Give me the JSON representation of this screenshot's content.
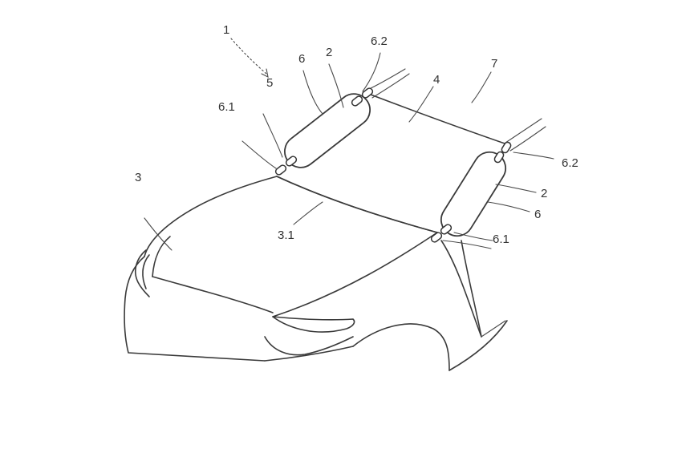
{
  "labels": {
    "ref_1": "1",
    "ref_5": "5",
    "ref_6_left": "6",
    "ref_2_left": "2",
    "ref_6_2_left": "6.2",
    "ref_4": "4",
    "ref_7": "7",
    "ref_6_1_left": "6.1",
    "ref_3": "3",
    "ref_3_1": "3.1",
    "ref_6_2_right": "6.2",
    "ref_2_right": "2",
    "ref_6_right": "6",
    "ref_6_1_right": "6.1"
  }
}
